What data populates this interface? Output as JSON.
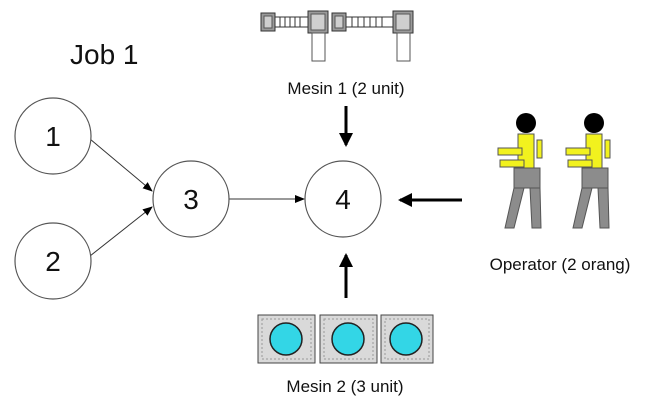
{
  "title": "Job 1",
  "nodes": [
    {
      "id": "1",
      "label": "1"
    },
    {
      "id": "2",
      "label": "2"
    },
    {
      "id": "3",
      "label": "3"
    },
    {
      "id": "4",
      "label": "4"
    }
  ],
  "edges": [
    {
      "from": "1",
      "to": "3"
    },
    {
      "from": "2",
      "to": "3"
    },
    {
      "from": "3",
      "to": "4"
    }
  ],
  "resources": {
    "mesin1": {
      "label": "Mesin 1 (2 unit)",
      "units": 2
    },
    "mesin2": {
      "label": "Mesin 2 (3 unit)",
      "units": 3
    },
    "operator": {
      "label": "Operator (2 orang)",
      "units": 2
    }
  },
  "colors": {
    "operator_shirt": "#f2f21e",
    "operator_legs": "#8c8c8c",
    "mesin2_light": "#33d6e6",
    "arrow": "#000000"
  }
}
